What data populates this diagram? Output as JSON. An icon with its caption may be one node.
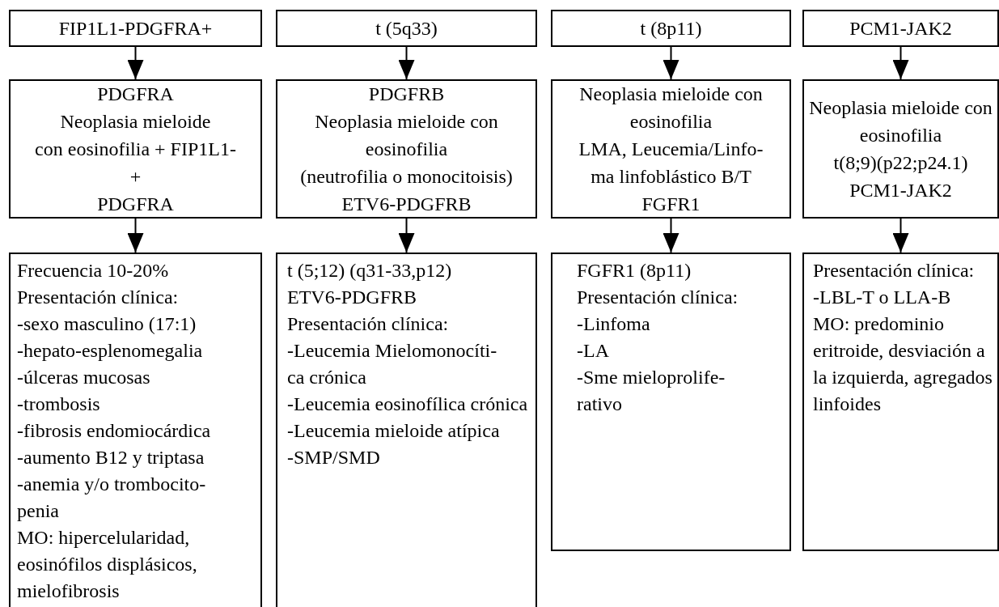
{
  "diagram": {
    "nodes": [
      {
        "text": [
          "FIP1L1-PDGFRA+"
        ]
      },
      {
        "text": [
          "t (5q33)"
        ]
      },
      {
        "text": [
          "t (8p11)"
        ]
      },
      {
        "text": [
          "PCM1-JAK2"
        ]
      },
      {
        "text": [
          "PDGFRA",
          "Neoplasia mieloide",
          "con eosinofilia + FIP1L1-",
          "+",
          "PDGFRA"
        ]
      },
      {
        "text": [
          "PDGFRB",
          "Neoplasia mieloide con eosinofilia",
          "(neutrofilia o monocitoisis)",
          "ETV6-PDGFRB"
        ]
      },
      {
        "text": [
          "Neoplasia mieloide con eosinofilia",
          "LMA, Leucemia/Linfo-",
          "ma linfoblástico B/T",
          "FGFR1"
        ]
      },
      {
        "text": [
          "Neoplasia mieloide con eosinofilia",
          "t(8;9)(p22;p24.1)",
          "PCM1-JAK2"
        ]
      },
      {
        "text": [
          "Frecuencia 10-20%",
          "Presentación clínica:",
          "-sexo masculino (17:1)",
          "-hepato-esplenomegalia",
          "-úlceras mucosas",
          "-trombosis",
          "-fibrosis endomiocárdica",
          "-aumento B12 y triptasa",
          "-anemia y/o trombocito-",
          "penia",
          "MO: hipercelularidad, eosinófilos displásicos, mielofibrosis"
        ]
      },
      {
        "text": [
          "t (5;12) (q31-33,p12)",
          "ETV6-PDGFRB",
          "Presentación clínica:",
          "-Leucemia Mielomonocíti-",
          "ca crónica",
          "-Leucemia eosinofílica crónica",
          "-Leucemia mieloide atípica",
          "-SMP/SMD"
        ]
      },
      {
        "text": [
          "FGFR1 (8p11)",
          "Presentación clínica:",
          "-Linfoma",
          "-LA",
          "-Sme mieloprolife-",
          "rativo"
        ]
      },
      {
        "text": [
          "Presentación clínica:",
          "-LBL-T o LLA-B",
          "MO: predominio eritroide, desviación a la izquierda, agregados linfoides"
        ]
      }
    ],
    "edges": [
      {
        "from": 0,
        "to": 4,
        "arrow": "to"
      },
      {
        "from": 1,
        "to": 5,
        "arrow": "to"
      },
      {
        "from": 2,
        "to": 6,
        "arrow": "to"
      },
      {
        "from": 3,
        "to": 7,
        "arrow": "to"
      },
      {
        "from": 4,
        "to": 8,
        "arrow": "to"
      },
      {
        "from": 5,
        "to": 9,
        "arrow": "to"
      },
      {
        "from": 6,
        "to": 10,
        "arrow": "to"
      },
      {
        "from": 7,
        "to": 11,
        "arrow": "to"
      }
    ]
  }
}
